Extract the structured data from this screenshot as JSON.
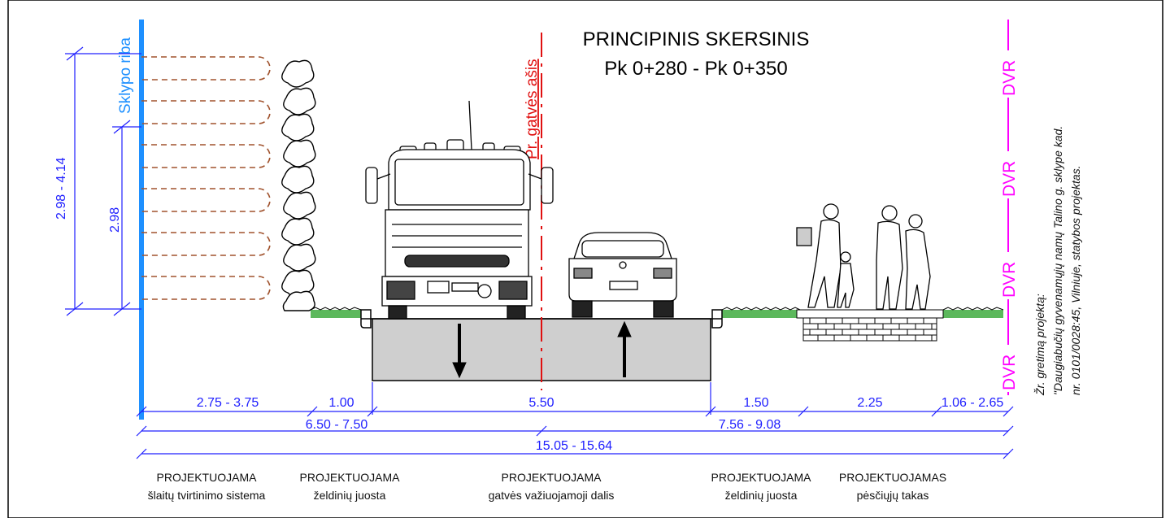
{
  "title": {
    "line1": "PRINCIPINIS SKERSINIS",
    "line2": "Pk 0+280 - Pk 0+350"
  },
  "labels": {
    "plot_boundary": "Sklypo riba",
    "street_axis": "Pr. gatvės ašis",
    "dvr": "DVR"
  },
  "vertical_dims": {
    "outer": "2.98 - 4.14",
    "inner": "2.98"
  },
  "dimensions": {
    "row1": [
      "2.75 - 3.75",
      "1.00",
      "5.50",
      "1.50",
      "2.25",
      "1.06 - 2.65"
    ],
    "row2": [
      "6.50 - 7.50",
      "7.56 - 9.08"
    ],
    "row3": "15.05 - 15.64"
  },
  "sections": [
    {
      "title": "PROJEKTUOJAMA",
      "subtitle": "šlaitų tvirtinimo sistema"
    },
    {
      "title": "PROJEKTUOJAMA",
      "subtitle": "želdinių juosta"
    },
    {
      "title": "PROJEKTUOJAMA",
      "subtitle": "gatvės važiuojamoji dalis"
    },
    {
      "title": "PROJEKTUOJAMA",
      "subtitle": "želdinių juosta"
    },
    {
      "title": "PROJEKTUOJAMAS",
      "subtitle": "pėsčiųjų takas"
    }
  ],
  "note": {
    "line1": "Žr. gretimą projektą:",
    "line2": "\"Daugiabučių gyvenamųjų namų Talino g. sklype kad.",
    "line3": "nr. 0101/0028:45, Vilniuje, statybos projektas."
  },
  "colors": {
    "boundary": "#1e90ff",
    "dimension": "#2020ff",
    "axis": "#e01010",
    "dvr": "#ff00ff",
    "anchors": "#a0522d",
    "grass": "#5cb85c"
  }
}
